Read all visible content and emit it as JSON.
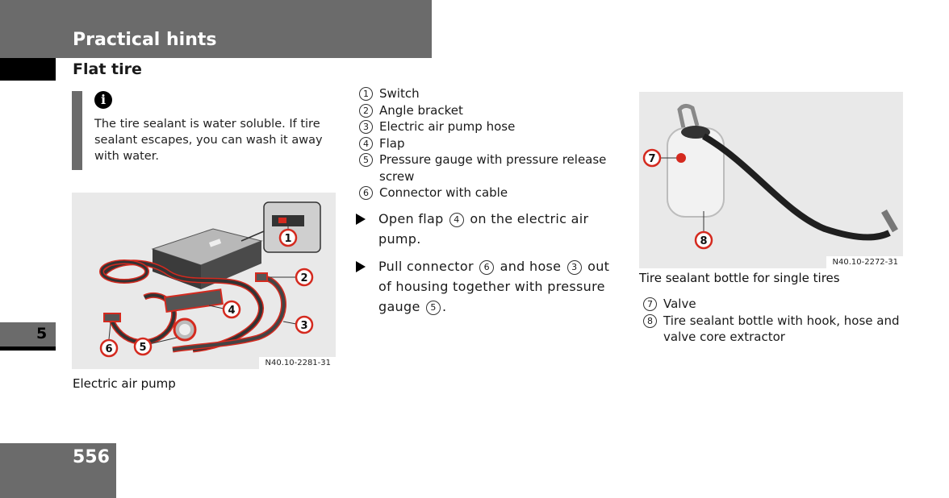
{
  "header": {
    "section_title": "Practical hints",
    "page_heading": "Flat tire"
  },
  "note": {
    "icon": "info-icon",
    "icon_glyph": "i",
    "text": "The tire sealant is water soluble. If tire sealant escapes, you can wash it away with water."
  },
  "figure_pump": {
    "code": "N40.10-2281-31",
    "caption": "Electric air pump",
    "callouts": [
      "1",
      "2",
      "3",
      "4",
      "5",
      "6"
    ]
  },
  "parts_list": [
    {
      "num": "1",
      "label": "Switch"
    },
    {
      "num": "2",
      "label": "Angle bracket"
    },
    {
      "num": "3",
      "label": "Electric air pump hose"
    },
    {
      "num": "4",
      "label": "Flap"
    },
    {
      "num": "5",
      "label": "Pressure gauge with pressure release screw"
    },
    {
      "num": "6",
      "label": "Connector with cable"
    }
  ],
  "steps": [
    {
      "before": "Open flap",
      "ref1": "4",
      "after": "on the electric air pump."
    },
    {
      "before": "Pull connector",
      "ref1": "6",
      "mid": "and hose",
      "ref2": "3",
      "after": "out of housing together with pressure gauge",
      "ref3": "5",
      "end": "."
    }
  ],
  "figure_bottle": {
    "code": "N40.10-2272-31",
    "caption": "Tire sealant bottle for single tires",
    "callouts": [
      "7",
      "8"
    ]
  },
  "bottle_list": [
    {
      "num": "7",
      "label": "Valve"
    },
    {
      "num": "8",
      "label": "Tire sealant bottle with hook, hose and valve core extractor"
    }
  ],
  "chapter": {
    "number": "5"
  },
  "page": {
    "number": "556"
  },
  "colors": {
    "header_gray": "#6b6b6b",
    "callout_red": "#d42a1f"
  }
}
